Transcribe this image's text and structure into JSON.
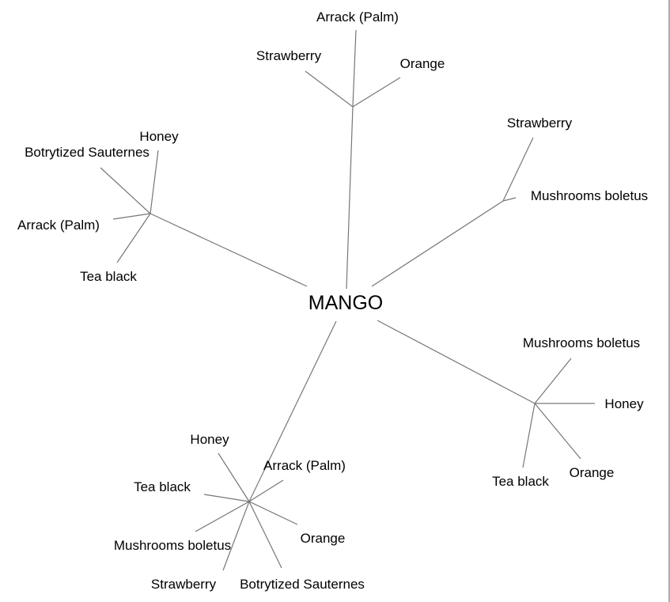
{
  "root": "MANGO",
  "branches": [
    {
      "leaves": [
        "Arrack (Palm)",
        "Strawberry",
        "Orange"
      ]
    },
    {
      "leaves": [
        "Honey",
        "Botrytized Sauternes",
        "Arrack (Palm)",
        "Tea black"
      ]
    },
    {
      "leaves": [
        "Strawberry",
        "Mushrooms boletus"
      ]
    },
    {
      "leaves": [
        "Mushrooms boletus",
        "Honey",
        "Orange",
        "Tea black"
      ]
    },
    {
      "leaves": [
        "Honey",
        "Arrack (Palm)",
        "Tea black",
        "Mushrooms boletus",
        "Orange",
        "Strawberry",
        "Botrytized Sauternes"
      ]
    }
  ]
}
